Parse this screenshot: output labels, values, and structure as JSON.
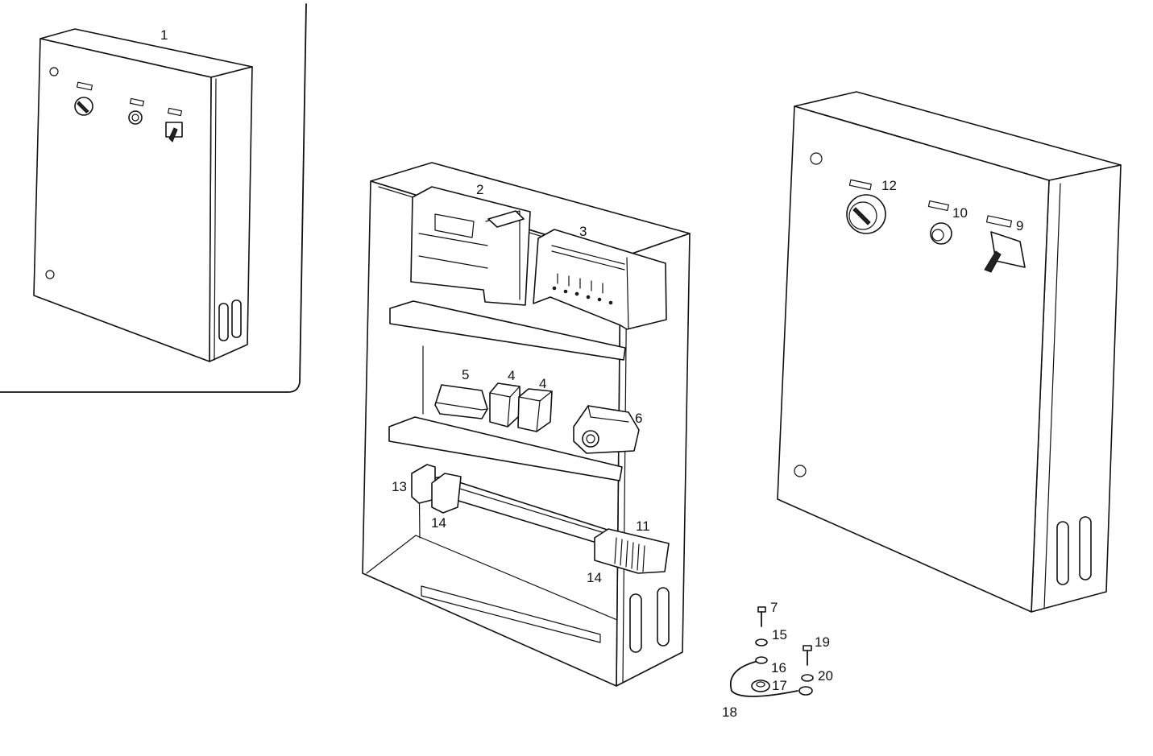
{
  "callouts": {
    "c1": "1",
    "c2": "2",
    "c3": "3",
    "c4a": "4",
    "c4b": "4",
    "c5": "5",
    "c6": "6",
    "c7": "7",
    "c9": "9",
    "c10": "10",
    "c11": "11",
    "c12": "12",
    "c13": "13",
    "c14a": "14",
    "c14b": "14",
    "c15": "15",
    "c16": "16",
    "c17": "17",
    "c18": "18",
    "c19": "19",
    "c20": "20"
  }
}
